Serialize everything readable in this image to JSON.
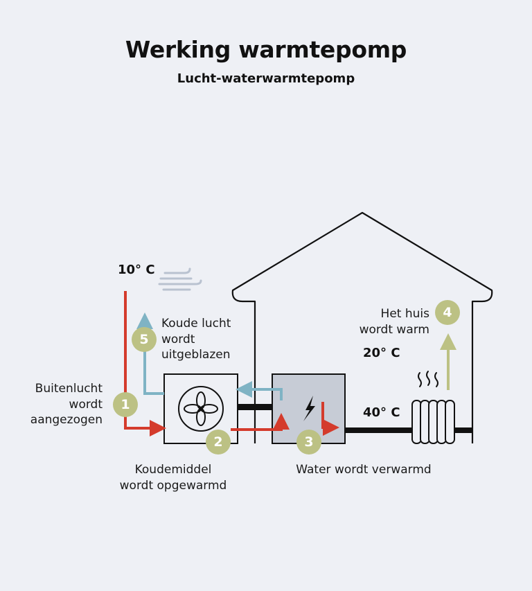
{
  "title": "Werking warmtepomp",
  "subtitle": "Lucht-waterwarmtepomp",
  "temperatures": {
    "outside": "10° C",
    "house": "20° C",
    "water": "40° C"
  },
  "steps": [
    {
      "number": "1",
      "label_lines": [
        "Buitenlucht",
        "wordt",
        "aangezogen"
      ]
    },
    {
      "number": "2",
      "label_lines": [
        "Koudemiddel",
        "wordt opgewarmd"
      ]
    },
    {
      "number": "3",
      "label_lines": [
        "Water wordt verwarmd"
      ]
    },
    {
      "number": "4",
      "label_lines": [
        "Het huis",
        "wordt warm"
      ]
    },
    {
      "number": "5",
      "label_lines": [
        "Koude lucht",
        "wordt",
        "uitgeblazen"
      ]
    }
  ],
  "colors": {
    "background": "#eef0f5",
    "warm_arrow": "#d43b2c",
    "cold_arrow": "#7fb3c4",
    "house_arrow": "#bcc184",
    "badge": "#bcc184",
    "exchanger": "#c7ccd6",
    "outline": "#111111"
  },
  "icons": [
    "fan-icon",
    "lightning-icon",
    "wind-icon",
    "heat-waves-icon",
    "radiator-icon"
  ]
}
